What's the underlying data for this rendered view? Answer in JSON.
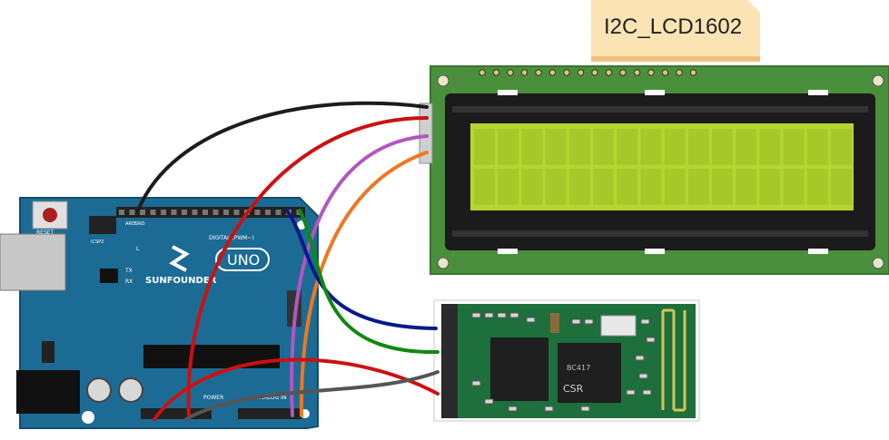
{
  "note": {
    "label": "I2C_LCD1602"
  },
  "arduino": {
    "brand": "SUNFOUNDER",
    "model": "UNO",
    "reset_label": "RESET",
    "icsp_label": "ICSP2",
    "led_l": "L",
    "led_tx": "TX",
    "led_rx": "RX",
    "digital_label": "DIGITAL (PWM~)",
    "power_label": "POWER",
    "analog_label": "ANALOG IN",
    "gnd_label": "GND",
    "aref_label": "AREF"
  },
  "lcd": {
    "screen_color": "#b5d531",
    "board_color": "#4a8f3c"
  },
  "bluetooth": {
    "chip_brand": "CSR",
    "chip_text": "BC417"
  },
  "wire_colors": {
    "black": "#1c1c1c",
    "red": "#cc1111",
    "purple": "#b256c0",
    "orange": "#ee7722",
    "navy": "#0a1a8a",
    "green": "#118811",
    "gray": "#555555"
  }
}
